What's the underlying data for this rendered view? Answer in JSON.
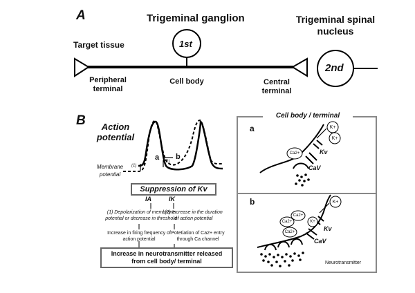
{
  "panel_a": {
    "letter": "A",
    "ganglion_label": "Trigeminal ganglion",
    "nucleus_label": "Trigeminal spinal nucleus",
    "target_label": "Target tissue",
    "first_neuron": "1st",
    "second_neuron": "2nd",
    "peripheral_terminal": "Peripheral terminal",
    "cell_body": "Cell body",
    "central_terminal": "Central terminal"
  },
  "panel_b": {
    "letter": "B",
    "action_potential": "Action potential",
    "membrane_potential": "Membrane potential",
    "label_a": "a",
    "label_b": "b",
    "mark_1": "(1)",
    "mark_2": "(2)",
    "suppression_title": "Suppression of Kv",
    "current_a": "IA",
    "current_k": "IK",
    "left_step1": "(1) Depolarization of membrane potential  or decrease in threshold",
    "right_step1": "(2) Increase in the duration of action potential",
    "left_step2": "Increase in firing frequency of action potential",
    "right_step2": "Potetiation of Ca2+ entry through Ca channel",
    "result": "Increase in neurotransmitter released from cell body/ terminal"
  },
  "inset": {
    "title": "Cell body / terminal",
    "panel_a": {
      "letter": "a",
      "k1": "K+",
      "k2": "K+",
      "ca": "Ca2+",
      "kv": "Kv",
      "cav": "CaV"
    },
    "panel_b": {
      "letter": "b",
      "k1": "K+",
      "k2": "K+",
      "ca1": "Ca2+",
      "ca2": "Ca2+",
      "ca3": "Ca2+",
      "kv": "Kv",
      "cav": "CaV",
      "neurotransmitter": "Neurotransmitter"
    }
  }
}
